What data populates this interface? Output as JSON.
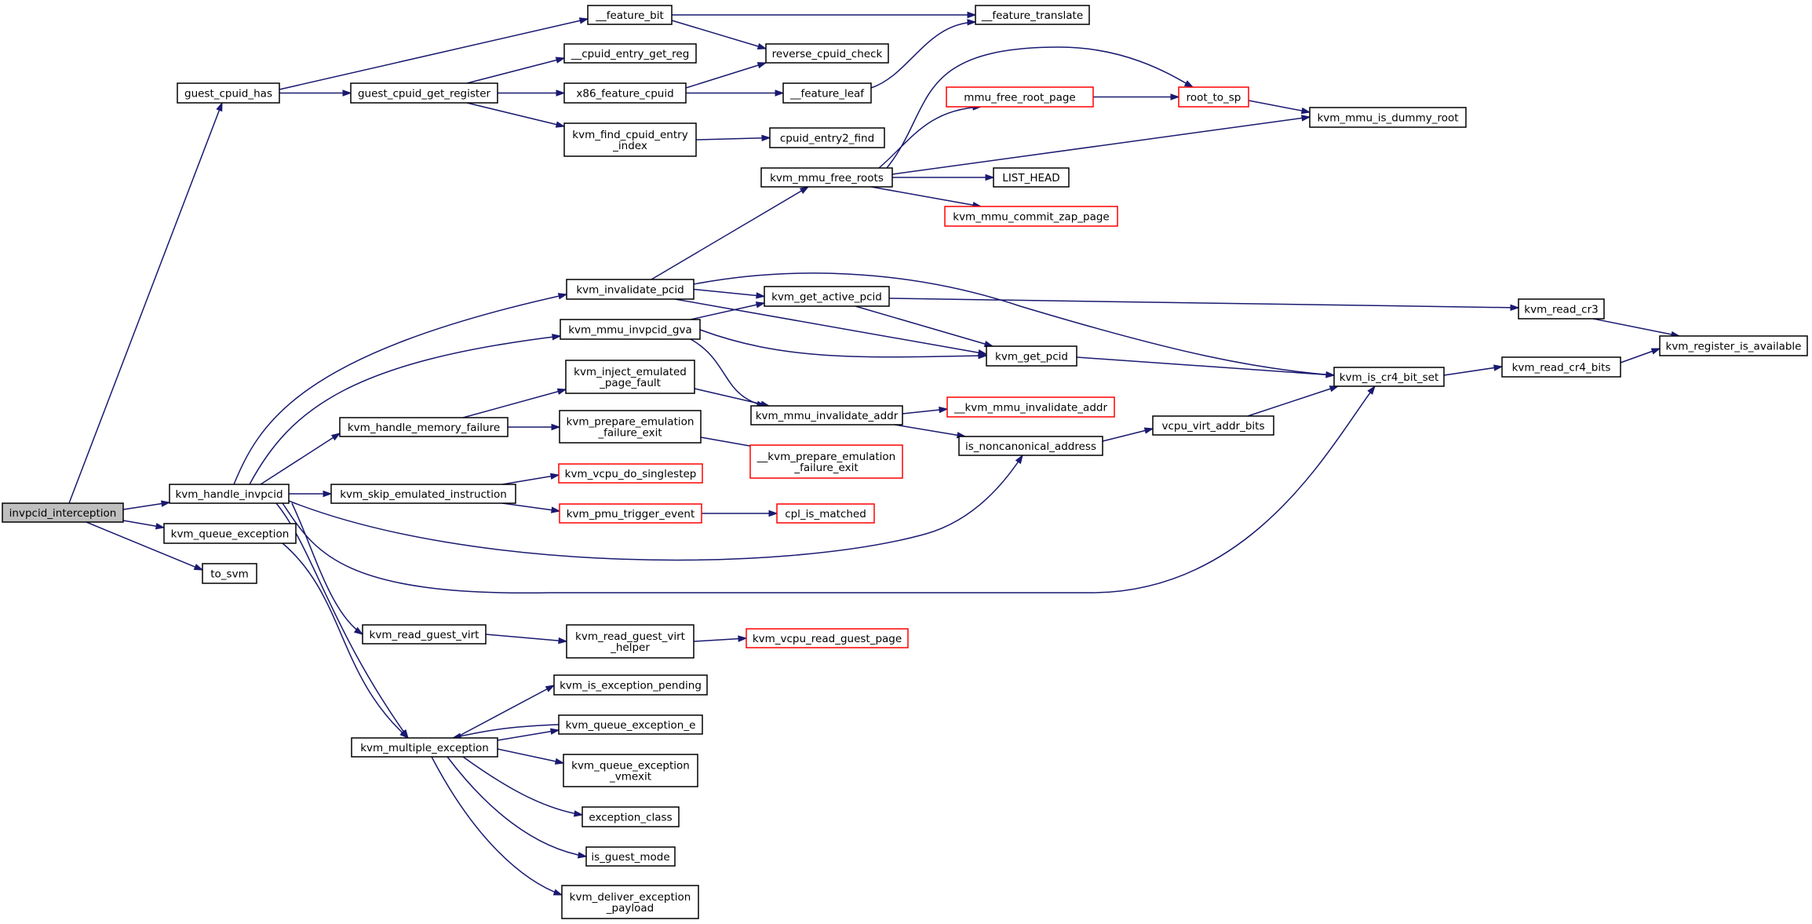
{
  "nodes": [
    {
      "id": "invpcid_interception",
      "label": [
        "invpcid_interception"
      ],
      "style": "root"
    },
    {
      "id": "guest_cpuid_has",
      "label": [
        "guest_cpuid_has"
      ],
      "style": "normal"
    },
    {
      "id": "kvm_handle_invpcid",
      "label": [
        "kvm_handle_invpcid"
      ],
      "style": "normal"
    },
    {
      "id": "kvm_queue_exception",
      "label": [
        "kvm_queue_exception"
      ],
      "style": "normal"
    },
    {
      "id": "to_svm",
      "label": [
        "to_svm"
      ],
      "style": "normal"
    },
    {
      "id": "__feature_bit",
      "label": [
        "__feature_bit"
      ],
      "style": "normal"
    },
    {
      "id": "guest_cpuid_get_register",
      "label": [
        "guest_cpuid_get_register"
      ],
      "style": "normal"
    },
    {
      "id": "__cpuid_entry_get_reg",
      "label": [
        "__cpuid_entry_get_reg"
      ],
      "style": "normal"
    },
    {
      "id": "x86_feature_cpuid",
      "label": [
        "x86_feature_cpuid"
      ],
      "style": "normal"
    },
    {
      "id": "kvm_find_cpuid_entry_index",
      "label": [
        "kvm_find_cpuid_entry",
        "_index"
      ],
      "style": "normal"
    },
    {
      "id": "__feature_translate",
      "label": [
        "__feature_translate"
      ],
      "style": "normal"
    },
    {
      "id": "reverse_cpuid_check",
      "label": [
        "reverse_cpuid_check"
      ],
      "style": "normal"
    },
    {
      "id": "__feature_leaf",
      "label": [
        "__feature_leaf"
      ],
      "style": "normal"
    },
    {
      "id": "cpuid_entry2_find",
      "label": [
        "cpuid_entry2_find"
      ],
      "style": "normal"
    },
    {
      "id": "kvm_invalidate_pcid",
      "label": [
        "kvm_invalidate_pcid"
      ],
      "style": "normal"
    },
    {
      "id": "kvm_mmu_invpcid_gva",
      "label": [
        "kvm_mmu_invpcid_gva"
      ],
      "style": "normal"
    },
    {
      "id": "kvm_handle_memory_failure",
      "label": [
        "kvm_handle_memory_failure"
      ],
      "style": "normal"
    },
    {
      "id": "kvm_skip_emulated_instruction",
      "label": [
        "kvm_skip_emulated_instruction"
      ],
      "style": "normal"
    },
    {
      "id": "kvm_read_guest_virt",
      "label": [
        "kvm_read_guest_virt"
      ],
      "style": "normal"
    },
    {
      "id": "kvm_multiple_exception",
      "label": [
        "kvm_multiple_exception"
      ],
      "style": "normal"
    },
    {
      "id": "kvm_mmu_free_roots",
      "label": [
        "kvm_mmu_free_roots"
      ],
      "style": "normal"
    },
    {
      "id": "mmu_free_root_page",
      "label": [
        "mmu_free_root_page"
      ],
      "style": "red"
    },
    {
      "id": "root_to_sp",
      "label": [
        "root_to_sp"
      ],
      "style": "red"
    },
    {
      "id": "kvm_mmu_is_dummy_root",
      "label": [
        "kvm_mmu_is_dummy_root"
      ],
      "style": "normal"
    },
    {
      "id": "LIST_HEAD",
      "label": [
        "LIST_HEAD"
      ],
      "style": "normal"
    },
    {
      "id": "kvm_mmu_commit_zap_page",
      "label": [
        "kvm_mmu_commit_zap_page"
      ],
      "style": "red"
    },
    {
      "id": "kvm_get_active_pcid",
      "label": [
        "kvm_get_active_pcid"
      ],
      "style": "normal"
    },
    {
      "id": "kvm_get_pcid",
      "label": [
        "kvm_get_pcid"
      ],
      "style": "normal"
    },
    {
      "id": "kvm_read_cr3",
      "label": [
        "kvm_read_cr3"
      ],
      "style": "normal"
    },
    {
      "id": "kvm_register_is_available",
      "label": [
        "kvm_register_is_available"
      ],
      "style": "normal"
    },
    {
      "id": "kvm_is_cr4_bit_set",
      "label": [
        "kvm_is_cr4_bit_set"
      ],
      "style": "normal"
    },
    {
      "id": "kvm_read_cr4_bits",
      "label": [
        "kvm_read_cr4_bits"
      ],
      "style": "normal"
    },
    {
      "id": "kvm_inject_emulated_page_fault",
      "label": [
        "kvm_inject_emulated",
        "_page_fault"
      ],
      "style": "normal"
    },
    {
      "id": "kvm_mmu_invalidate_addr",
      "label": [
        "kvm_mmu_invalidate_addr"
      ],
      "style": "normal"
    },
    {
      "id": "__kvm_mmu_invalidate_addr",
      "label": [
        "__kvm_mmu_invalidate_addr"
      ],
      "style": "red"
    },
    {
      "id": "is_noncanonical_address",
      "label": [
        "is_noncanonical_address"
      ],
      "style": "normal"
    },
    {
      "id": "vcpu_virt_addr_bits",
      "label": [
        "vcpu_virt_addr_bits"
      ],
      "style": "normal"
    },
    {
      "id": "kvm_prepare_emulation_failure_exit",
      "label": [
        "kvm_prepare_emulation",
        "_failure_exit"
      ],
      "style": "normal"
    },
    {
      "id": "__kvm_prepare_emulation_failure_exit",
      "label": [
        "__kvm_prepare_emulation",
        "_failure_exit"
      ],
      "style": "red"
    },
    {
      "id": "kvm_vcpu_do_singlestep",
      "label": [
        "kvm_vcpu_do_singlestep"
      ],
      "style": "red"
    },
    {
      "id": "kvm_pmu_trigger_event",
      "label": [
        "kvm_pmu_trigger_event"
      ],
      "style": "red"
    },
    {
      "id": "cpl_is_matched",
      "label": [
        "cpl_is_matched"
      ],
      "style": "red"
    },
    {
      "id": "kvm_read_guest_virt_helper",
      "label": [
        "kvm_read_guest_virt",
        "_helper"
      ],
      "style": "normal"
    },
    {
      "id": "kvm_vcpu_read_guest_page",
      "label": [
        "kvm_vcpu_read_guest_page"
      ],
      "style": "red"
    },
    {
      "id": "kvm_is_exception_pending",
      "label": [
        "kvm_is_exception_pending"
      ],
      "style": "normal"
    },
    {
      "id": "kvm_queue_exception_e",
      "label": [
        "kvm_queue_exception_e"
      ],
      "style": "normal"
    },
    {
      "id": "kvm_queue_exception_vmexit",
      "label": [
        "kvm_queue_exception",
        "_vmexit"
      ],
      "style": "normal"
    },
    {
      "id": "exception_class",
      "label": [
        "exception_class"
      ],
      "style": "normal"
    },
    {
      "id": "is_guest_mode",
      "label": [
        "is_guest_mode"
      ],
      "style": "normal"
    },
    {
      "id": "kvm_deliver_exception_payload",
      "label": [
        "kvm_deliver_exception",
        "_payload"
      ],
      "style": "normal"
    }
  ],
  "edges": [
    [
      "invpcid_interception",
      "guest_cpuid_has"
    ],
    [
      "invpcid_interception",
      "kvm_handle_invpcid"
    ],
    [
      "invpcid_interception",
      "kvm_queue_exception"
    ],
    [
      "invpcid_interception",
      "to_svm"
    ],
    [
      "guest_cpuid_has",
      "__feature_bit"
    ],
    [
      "guest_cpuid_has",
      "guest_cpuid_get_register"
    ],
    [
      "__feature_bit",
      "__feature_translate"
    ],
    [
      "__feature_bit",
      "reverse_cpuid_check"
    ],
    [
      "guest_cpuid_get_register",
      "__cpuid_entry_get_reg"
    ],
    [
      "guest_cpuid_get_register",
      "x86_feature_cpuid"
    ],
    [
      "guest_cpuid_get_register",
      "kvm_find_cpuid_entry_index"
    ],
    [
      "x86_feature_cpuid",
      "reverse_cpuid_check"
    ],
    [
      "x86_feature_cpuid",
      "__feature_leaf"
    ],
    [
      "__feature_leaf",
      "__feature_translate"
    ],
    [
      "kvm_find_cpuid_entry_index",
      "cpuid_entry2_find"
    ],
    [
      "kvm_handle_invpcid",
      "kvm_invalidate_pcid"
    ],
    [
      "kvm_handle_invpcid",
      "kvm_mmu_invpcid_gva"
    ],
    [
      "kvm_handle_invpcid",
      "kvm_handle_memory_failure"
    ],
    [
      "kvm_handle_invpcid",
      "kvm_skip_emulated_instruction"
    ],
    [
      "kvm_handle_invpcid",
      "is_noncanonical_address"
    ],
    [
      "kvm_handle_invpcid",
      "kvm_is_cr4_bit_set"
    ],
    [
      "kvm_handle_invpcid",
      "kvm_read_guest_virt"
    ],
    [
      "kvm_handle_invpcid",
      "kvm_multiple_exception"
    ],
    [
      "kvm_queue_exception",
      "kvm_multiple_exception"
    ],
    [
      "kvm_invalidate_pcid",
      "kvm_mmu_free_roots"
    ],
    [
      "kvm_invalidate_pcid",
      "kvm_get_active_pcid"
    ],
    [
      "kvm_invalidate_pcid",
      "kvm_get_pcid"
    ],
    [
      "kvm_invalidate_pcid",
      "kvm_is_cr4_bit_set"
    ],
    [
      "kvm_mmu_free_roots",
      "mmu_free_root_page"
    ],
    [
      "kvm_mmu_free_roots",
      "root_to_sp"
    ],
    [
      "kvm_mmu_free_roots",
      "kvm_mmu_is_dummy_root"
    ],
    [
      "kvm_mmu_free_roots",
      "LIST_HEAD"
    ],
    [
      "kvm_mmu_free_roots",
      "kvm_mmu_commit_zap_page"
    ],
    [
      "mmu_free_root_page",
      "root_to_sp"
    ],
    [
      "root_to_sp",
      "kvm_mmu_is_dummy_root"
    ],
    [
      "kvm_get_active_pcid",
      "kvm_read_cr3"
    ],
    [
      "kvm_get_active_pcid",
      "kvm_get_pcid"
    ],
    [
      "kvm_read_cr3",
      "kvm_register_is_available"
    ],
    [
      "kvm_get_pcid",
      "kvm_is_cr4_bit_set"
    ],
    [
      "kvm_is_cr4_bit_set",
      "kvm_read_cr4_bits"
    ],
    [
      "kvm_read_cr4_bits",
      "kvm_register_is_available"
    ],
    [
      "kvm_mmu_invpcid_gva",
      "kvm_get_active_pcid"
    ],
    [
      "kvm_mmu_invpcid_gva",
      "kvm_get_pcid"
    ],
    [
      "kvm_mmu_invpcid_gva",
      "kvm_mmu_invalidate_addr"
    ],
    [
      "kvm_handle_memory_failure",
      "kvm_inject_emulated_page_fault"
    ],
    [
      "kvm_handle_memory_failure",
      "kvm_prepare_emulation_failure_exit"
    ],
    [
      "kvm_inject_emulated_page_fault",
      "kvm_mmu_invalidate_addr"
    ],
    [
      "kvm_mmu_invalidate_addr",
      "__kvm_mmu_invalidate_addr"
    ],
    [
      "kvm_mmu_invalidate_addr",
      "is_noncanonical_address"
    ],
    [
      "is_noncanonical_address",
      "vcpu_virt_addr_bits"
    ],
    [
      "vcpu_virt_addr_bits",
      "kvm_is_cr4_bit_set"
    ],
    [
      "kvm_prepare_emulation_failure_exit",
      "__kvm_prepare_emulation_failure_exit"
    ],
    [
      "kvm_skip_emulated_instruction",
      "kvm_vcpu_do_singlestep"
    ],
    [
      "kvm_skip_emulated_instruction",
      "kvm_pmu_trigger_event"
    ],
    [
      "kvm_pmu_trigger_event",
      "cpl_is_matched"
    ],
    [
      "kvm_read_guest_virt",
      "kvm_read_guest_virt_helper"
    ],
    [
      "kvm_read_guest_virt_helper",
      "kvm_vcpu_read_guest_page"
    ],
    [
      "kvm_multiple_exception",
      "kvm_is_exception_pending"
    ],
    [
      "kvm_multiple_exception",
      "kvm_queue_exception_e"
    ],
    [
      "kvm_queue_exception_e",
      "kvm_multiple_exception"
    ],
    [
      "kvm_multiple_exception",
      "kvm_queue_exception_vmexit"
    ],
    [
      "kvm_multiple_exception",
      "exception_class"
    ],
    [
      "kvm_multiple_exception",
      "is_guest_mode"
    ],
    [
      "kvm_multiple_exception",
      "kvm_deliver_exception_payload"
    ]
  ],
  "colors": {
    "edge": "#191970",
    "node_border": "#000000",
    "external_node_border": "#ff0000",
    "root_fill": "#bfbfbf",
    "background": "#ffffff"
  }
}
